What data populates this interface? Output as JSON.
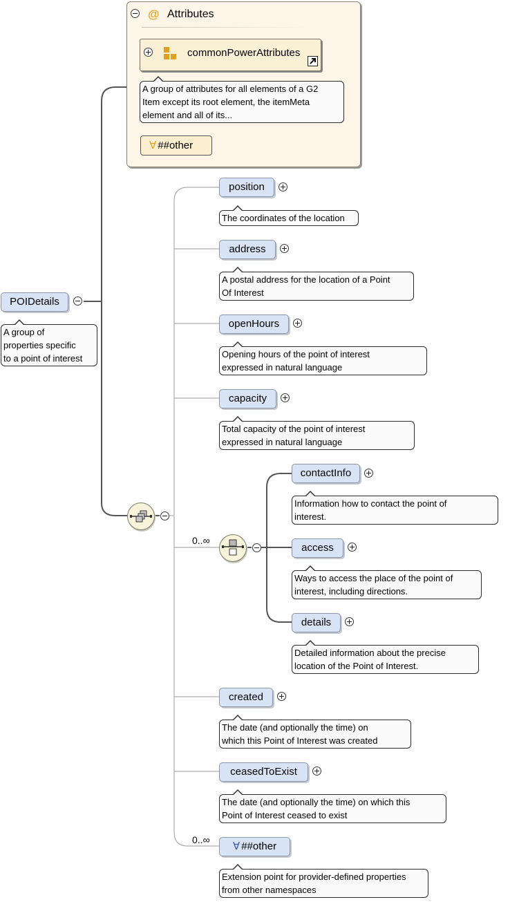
{
  "attributes_panel": {
    "title": "Attributes",
    "at_symbol": "@",
    "attribute_group": {
      "name": "commonPowerAttributes",
      "note": [
        "A group of attributes for all elements of a G2",
        "Item except its root element, the itemMeta",
        "element and all of its..."
      ]
    },
    "any_attribute": {
      "symbol": "∀",
      "label": "##other"
    }
  },
  "root": {
    "name": "POIDetails",
    "note": [
      "A group of",
      "properties specific",
      "to a point of interest"
    ]
  },
  "sequence_elements": [
    {
      "name": "position",
      "note": [
        "The coordinates of the location"
      ]
    },
    {
      "name": "address",
      "note": [
        "A postal address for the location of a Point",
        "Of Interest"
      ]
    },
    {
      "name": "openHours",
      "note": [
        "Opening hours of the point of interest",
        "expressed in natural language"
      ]
    },
    {
      "name": "capacity",
      "note": [
        "Total capacity of the point of interest",
        "expressed in natural language"
      ]
    }
  ],
  "choice": {
    "occurrence": "0..∞",
    "elements": [
      {
        "name": "contactInfo",
        "note": [
          "Information how to contact the point of",
          "interest."
        ]
      },
      {
        "name": "access",
        "note": [
          "Ways to access the place of the point of",
          "interest, including directions."
        ]
      },
      {
        "name": "details",
        "note": [
          "Detailed information about the precise",
          "location of the Point of Interest."
        ]
      }
    ]
  },
  "trailing_elements": [
    {
      "name": "created",
      "note": [
        "The date (and optionally the time) on",
        "which this Point of Interest was created"
      ]
    },
    {
      "name": "ceasedToExist",
      "note": [
        "The date (and optionally the time) on which this",
        "Point of Interest ceased to exist"
      ]
    }
  ],
  "any_element": {
    "occurrence": "0..∞",
    "symbol": "∀",
    "label": "##other",
    "note": [
      "Extension point for provider-defined properties",
      "from other namespaces"
    ]
  },
  "colors": {
    "element_fill": "#d8e4f5",
    "attribute_panel_fill": "#fdf5e8",
    "attribute_accent": "#e6a020",
    "compositor_fill": "#f8f4dc"
  }
}
